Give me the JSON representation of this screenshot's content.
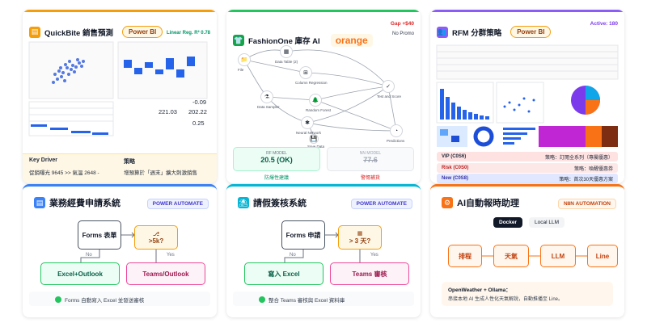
{
  "quickbite": {
    "title": "QuickBite 銷售預測",
    "tool": "Power BI",
    "metric": "Linear Reg. R² 0.78",
    "stats": [
      "221.03",
      "202.22",
      "-0.09"
    ],
    "stat_extra": "0.25",
    "key_driver_title": "Key Driver",
    "key_driver_text": "促銷曝光 9645 >> 氣溫 2648 -",
    "strategy_title": "策略",
    "strategy_text": "增預算於「週末」擴大刺激銷售",
    "accent": "#f59e0b"
  },
  "fashionone": {
    "title": "FashionOne 庫存 AI",
    "tool": "orange",
    "gap_label": "Gap +$40",
    "promo_label": "No Promo",
    "nodes": [
      "File",
      "Data Table (2)",
      "Column Regression",
      "Data Sampler",
      "Random Forest",
      "Neural Network",
      "Test and Score",
      "Predictions",
      "Save Data"
    ],
    "rf_label": "RF MODEL",
    "rf_value": "20.5 (OK)",
    "nn_label": "NN MODEL",
    "nn_value": "77.6",
    "rf_tag": "防爆性建議",
    "nn_tag": "警惕補貨",
    "accent": "#22c55e"
  },
  "rfm": {
    "title": "RFM 分群策略",
    "tool": "Power BI",
    "active": "Active: 180",
    "segments": [
      {
        "name": "VIP (C0S6)",
        "action": "策略：訂閱全系列（專屬優惠）",
        "color": "#fde7e7"
      },
      {
        "name": "Risk (C0S0)",
        "action": "策略：喚醒優惠券",
        "color": "#fdecea"
      },
      {
        "name": "New (C0S8)",
        "action": "策略：首次30天優惠方案",
        "color": "#eef2ff"
      }
    ],
    "accent": "#8b5cf6"
  },
  "expense": {
    "title": "業務經費申請系統",
    "tag": "POWER AUTOMATE",
    "forms": "Forms 表單",
    "condition": ">5k?",
    "no": "No",
    "yes": "Yes",
    "excel": "Excel+Outlook",
    "teams": "Teams/Outlook",
    "footer": "Forms 自動寫入 Excel 並發送審核",
    "accent": "#3b82f6"
  },
  "leave": {
    "title": "請假簽核系統",
    "tag": "POWER AUTOMATE",
    "forms": "Forms 申請",
    "condition": "> 3 天?",
    "no": "No",
    "yes": "Yes",
    "excel": "寫入 Excel",
    "teams": "Teams 審核",
    "footer": "整合 Teams 審核與 Excel 資料庫",
    "accent": "#06b6d4"
  },
  "ai": {
    "title": "AI自動報時助理",
    "tag": "N8N AUTOMATION",
    "docker": "Docker",
    "llm": "Local LLM",
    "steps": [
      "排程",
      "天氣",
      "LLM",
      "Line"
    ],
    "footer_title": "OpenWeather + Ollama：",
    "footer_text": "串接本地 AI 生成人性化天氣解說，自動推播至 Line。",
    "accent": "#f97316"
  }
}
